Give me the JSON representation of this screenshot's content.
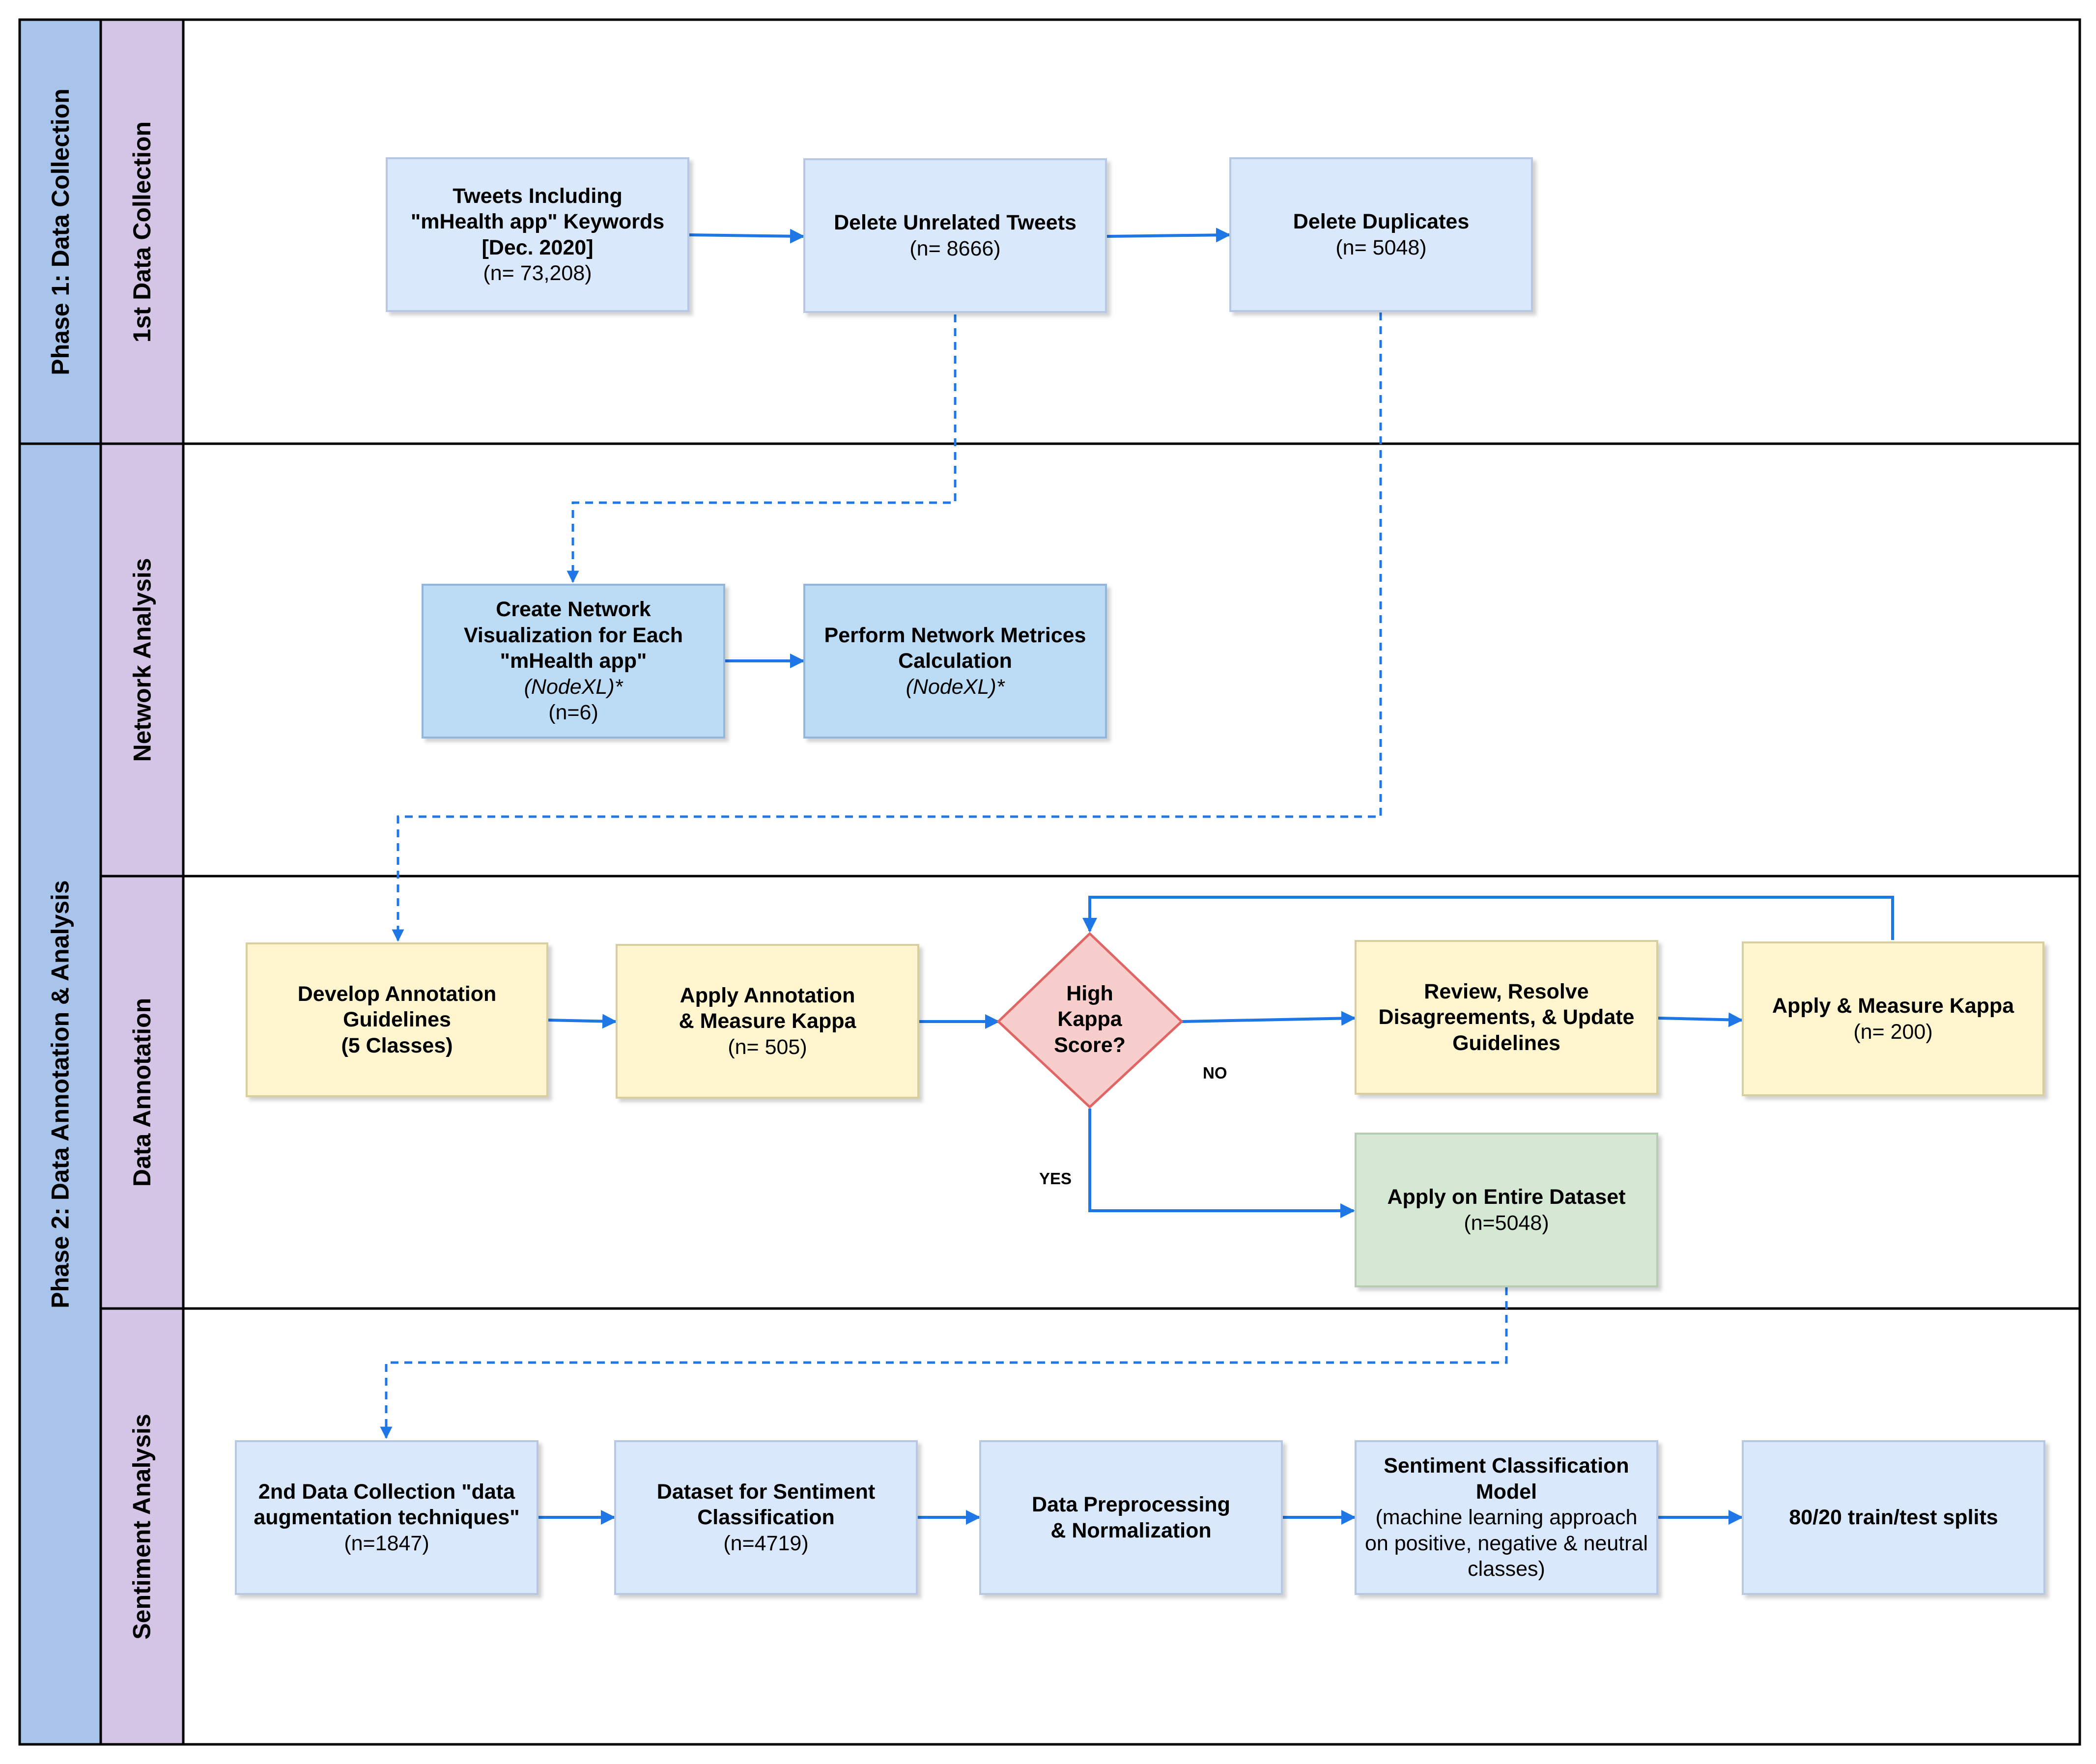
{
  "phases": {
    "phase1": "Phase 1: Data Collection",
    "phase2": "Phase 2: Data Annotation & Analysis"
  },
  "lanes": {
    "lane1": "1st Data Collection",
    "lane2": "Network Analysis",
    "lane3": "Data Annotation",
    "lane4": "Sentiment Analysis"
  },
  "nodes": {
    "tweets": {
      "l1": "Tweets Including",
      "l2": "\"mHealth app\" Keywords",
      "l3": "[Dec. 2020]",
      "l4": "(n= 73,208)"
    },
    "delete_unrelated": {
      "l1": "Delete Unrelated Tweets",
      "l2": "(n= 8666)"
    },
    "delete_duplicates": {
      "l1": "Delete Duplicates",
      "l2": "(n= 5048)"
    },
    "network_viz": {
      "l1": "Create Network",
      "l2": "Visualization for Each",
      "l3": "\"mHealth app\"",
      "l4": "(NodeXL)*",
      "l5": "(n=6)"
    },
    "network_metrics": {
      "l1": "Perform Network Metrices",
      "l2": "Calculation",
      "l3": "(NodeXL)*"
    },
    "develop_guidelines": {
      "l1": "Develop Annotation",
      "l2": "Guidelines",
      "l3": "(5 Classes)"
    },
    "apply_annotation": {
      "l1": "Apply Annotation",
      "l2": "& Measure Kappa",
      "l3": "(n= 505)"
    },
    "decision": {
      "l1": "High",
      "l2": "Kappa",
      "l3": "Score?"
    },
    "review": {
      "l1": "Review, Resolve",
      "l2": "Disagreements, & Update",
      "l3": "Guidelines"
    },
    "apply_measure": {
      "l1": "Apply & Measure Kappa",
      "l2": "(n= 200)"
    },
    "apply_entire": {
      "l1": "Apply on Entire Dataset",
      "l2": "(n=5048)"
    },
    "second_collection": {
      "l1": "2nd Data Collection \"data",
      "l2": "augmentation techniques\"",
      "l3": "(n=1847)"
    },
    "dataset_sentiment": {
      "l1": "Dataset for Sentiment",
      "l2": "Classification",
      "l3": "(n=4719)"
    },
    "preprocessing": {
      "l1": "Data Preprocessing",
      "l2": "& Normalization"
    },
    "classification_model": {
      "l1": "Sentiment Classification",
      "l2": "Model",
      "l3": "(machine learning approach",
      "l4": "on positive, negative & neutral",
      "l5": "classes)"
    },
    "splits": {
      "l1": "80/20 train/test splits"
    }
  },
  "edge_labels": {
    "no": "NO",
    "yes": "YES"
  },
  "colors": {
    "phase_fill": "#a9c4eb",
    "lane_fill": "#d4c4e6",
    "process_blue": "#dae8fc",
    "process_blue_mid": "#bcdcf6",
    "annotation_yellow": "#fff6cf",
    "result_green": "#d5e8d4",
    "decision_pink": "#f8cecc",
    "decision_border": "#e06666",
    "arrow": "#1f77e6"
  }
}
